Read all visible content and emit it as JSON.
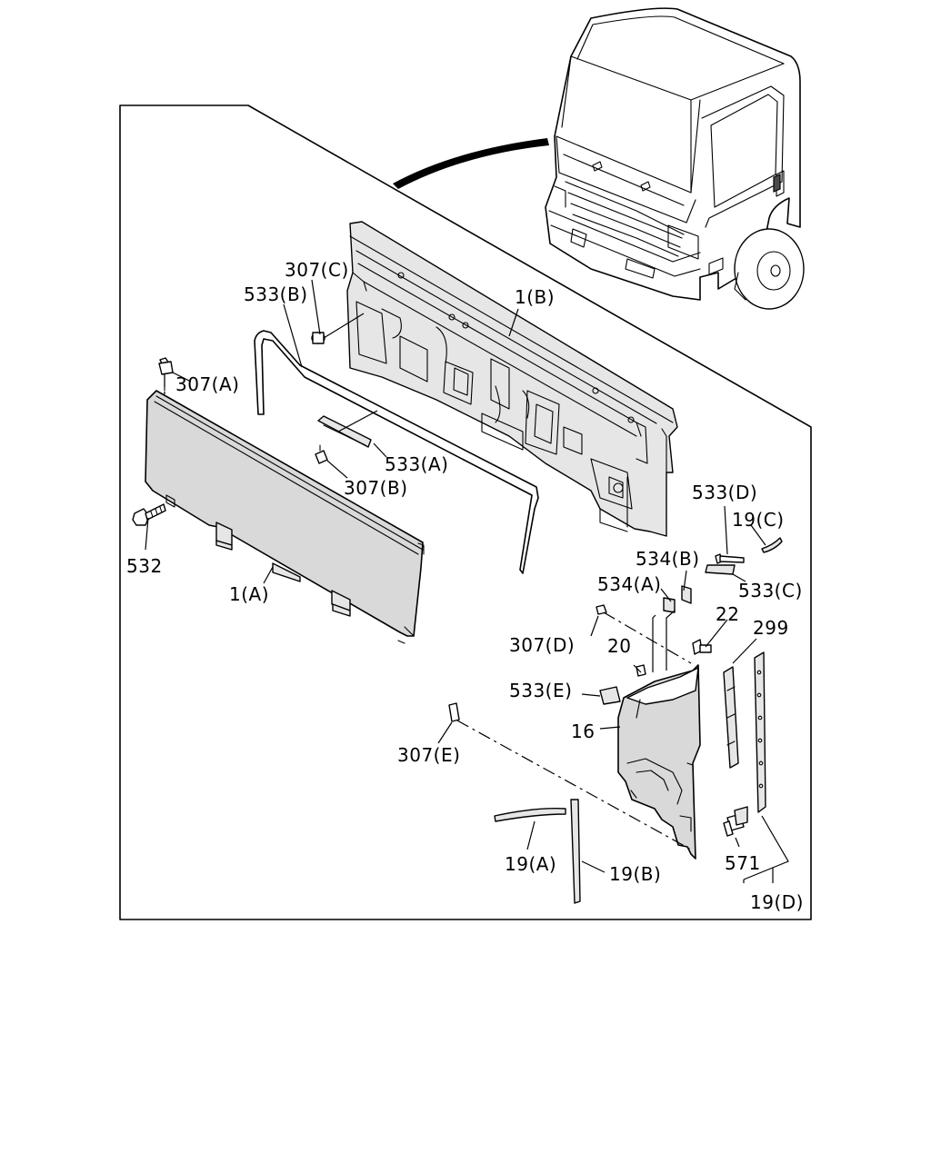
{
  "labels": {
    "l_307C": "307(C)",
    "l_533B": "533(B)",
    "l_1B": "1(B)",
    "l_307A": "307(A)",
    "l_533A": "533(A)",
    "l_307B": "307(B)",
    "l_532": "532",
    "l_1A": "1(A)",
    "l_533D": "533(D)",
    "l_19C": "19(C)",
    "l_534B": "534(B)",
    "l_533C": "533(C)",
    "l_534A": "534(A)",
    "l_22": "22",
    "l_299": "299",
    "l_307D": "307(D)",
    "l_20": "20",
    "l_533E": "533(E)",
    "l_16": "16",
    "l_307E": "307(E)",
    "l_571": "571",
    "l_19A": "19(A)",
    "l_19B": "19(B)",
    "l_19D": "19(D)"
  }
}
